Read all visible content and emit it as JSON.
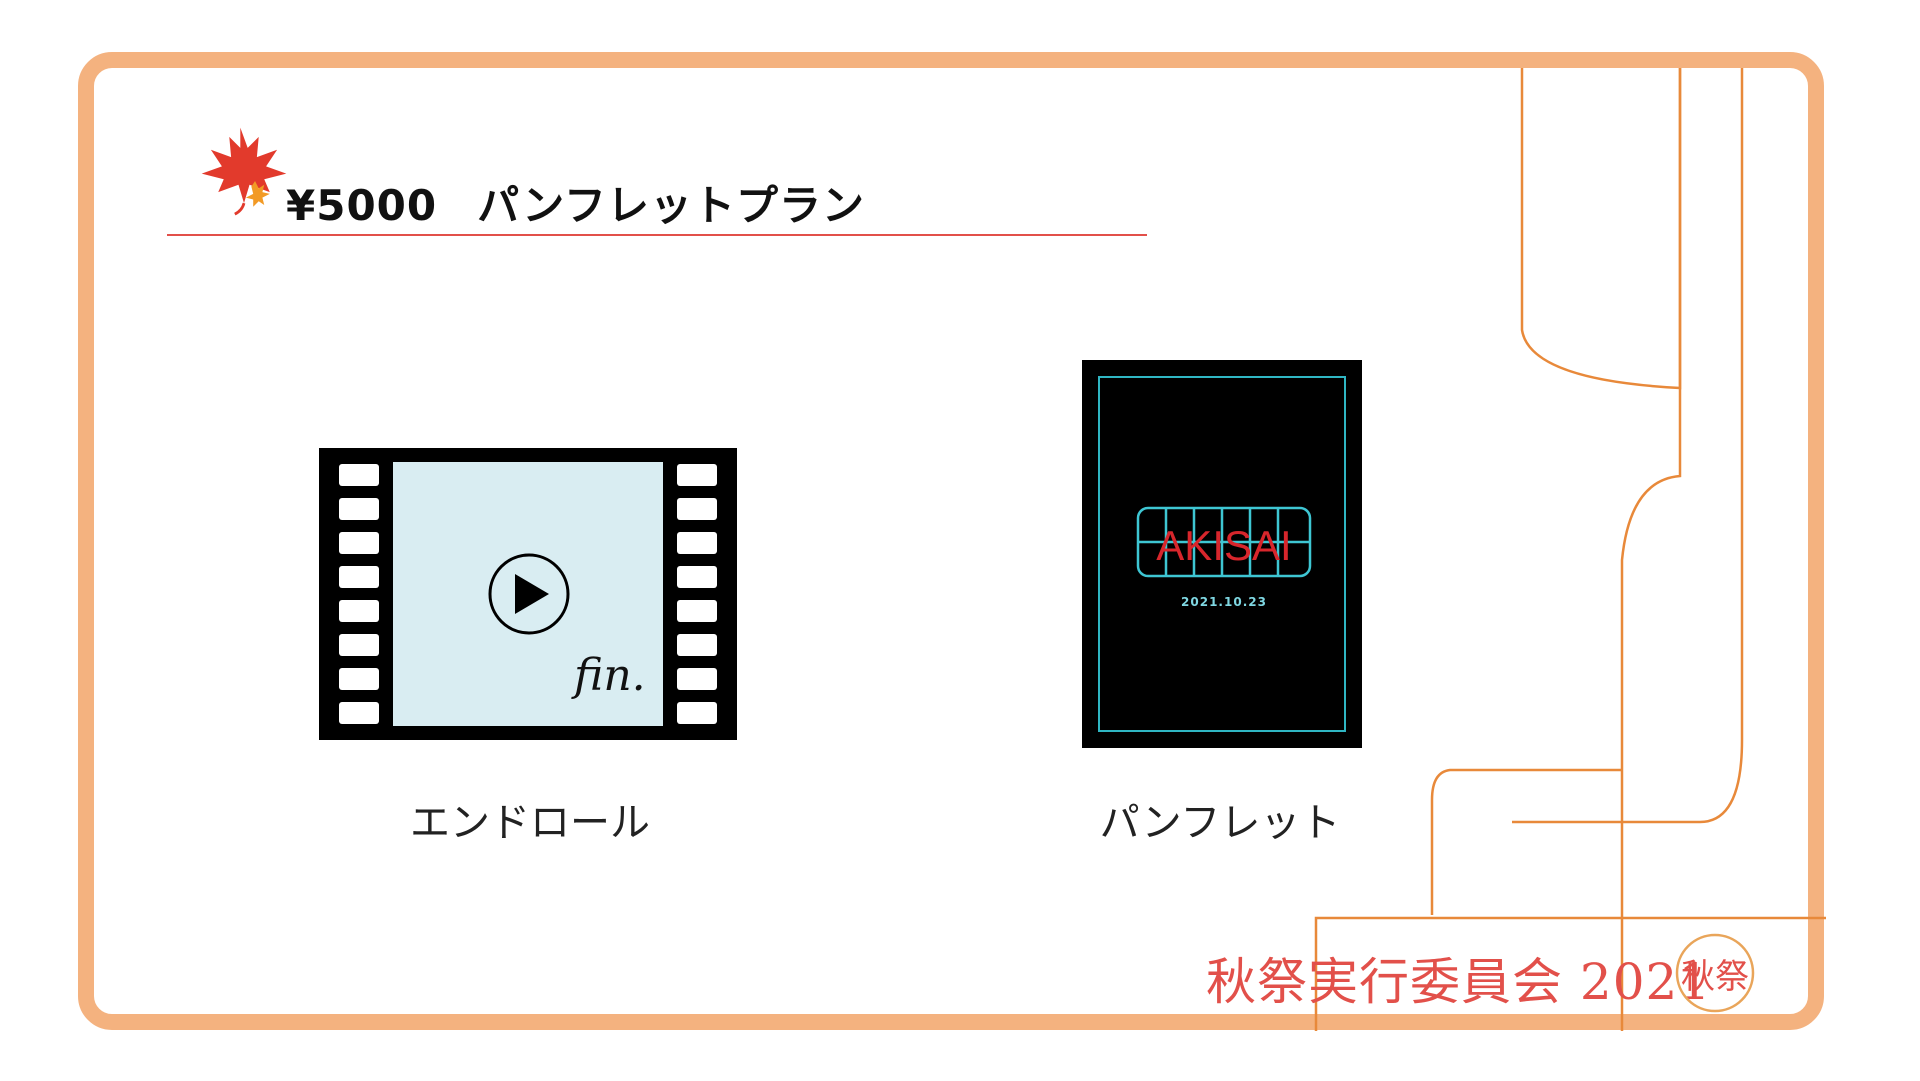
{
  "header": {
    "price": "¥5000",
    "plan_name": "パンフレットプラン"
  },
  "items": [
    {
      "label": "エンドロール",
      "icon": "film-strip-play-icon",
      "overlay_text": "fin."
    },
    {
      "label": "パンフレット",
      "icon": "pamphlet-cover",
      "cover_title": "AKISAI",
      "cover_date": "2021.10.23"
    }
  ],
  "footer": {
    "organizer": "秋祭実行委員会 2021",
    "stamp_text": "秋祭"
  },
  "colors": {
    "border": "#f4b27f",
    "accent_red": "#e2504a",
    "line_orange": "#e8893a",
    "film_screen": "#d9edf2",
    "poster_frame": "#2fb6c3"
  }
}
